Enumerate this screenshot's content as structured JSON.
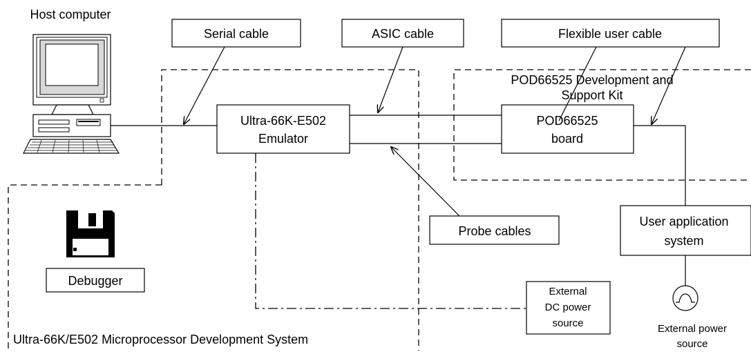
{
  "labels": {
    "host_computer": "Host computer",
    "serial_cable": "Serial cable",
    "asic_cable": "ASIC cable",
    "flexible_user_cable": "Flexible user cable",
    "pod_kit_line1": "POD66525 Development and",
    "pod_kit_line2": "Support Kit",
    "emulator_line1": "Ultra-66K-E502",
    "emulator_line2": "Emulator",
    "pod_board_line1": "POD66525",
    "pod_board_line2": "board",
    "probe_cables": "Probe cables",
    "user_app_line1": "User application",
    "user_app_line2": "system",
    "debugger": "Debugger",
    "ext_dc_line1": "External",
    "ext_dc_line2": "DC power",
    "ext_dc_line3": "source",
    "ext_power_line1": "External power",
    "ext_power_line2": "source",
    "system_title": "Ultra-66K/E502 Microprocessor Development System"
  },
  "icons": {
    "computer": "desktop-computer-icon",
    "floppy": "floppy-disk-icon",
    "ac_source": "ac-power-source-icon"
  }
}
